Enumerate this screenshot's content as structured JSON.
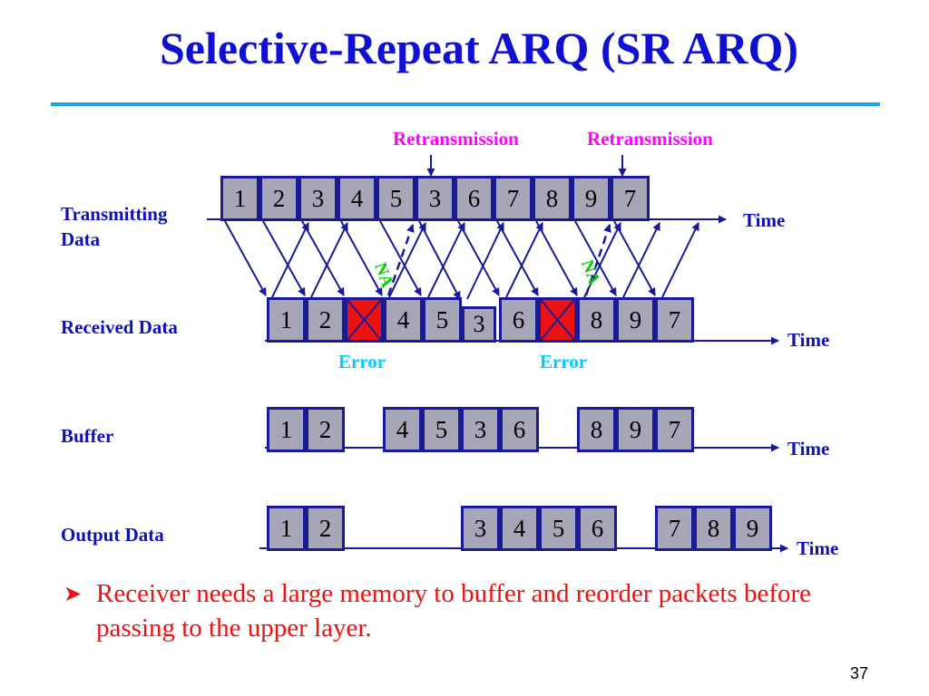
{
  "title": "Selective-Repeat ARQ (SR ARQ)",
  "labels": {
    "transmitting_line1": "Transmitting",
    "transmitting_line2": "Data",
    "received": "Received Data",
    "buffer": "Buffer",
    "output": "Output Data",
    "time": "Time",
    "retransmission": "Retransmission",
    "error": "Error",
    "nak": "NA"
  },
  "rows": {
    "transmit": [
      "1",
      "2",
      "3",
      "4",
      "5",
      "3",
      "6",
      "7",
      "8",
      "9",
      "7"
    ],
    "received": [
      "1",
      "2",
      "",
      "4",
      "5",
      "3",
      "6",
      "",
      "8",
      "9",
      "7"
    ],
    "buffer": [
      "1",
      "2",
      "4",
      "5",
      "3",
      "6",
      "8",
      "9",
      "7"
    ],
    "output": [
      "1",
      "2",
      "3",
      "4",
      "5",
      "6",
      "7",
      "8",
      "9"
    ]
  },
  "bullet": "Receiver needs a large memory to buffer and reorder packets before passing to the upper layer.",
  "page_number": "37",
  "colors": {
    "title": "#1010d0",
    "labels": "#1010b8",
    "retransmission": "#ff00ff",
    "error": "#00ccff",
    "nak": "#00cc00",
    "error_box": "#ee1111",
    "packet_box": "#a6a6b6",
    "packet_border": "#1a1a96",
    "bullet": "#ee1111",
    "rule": "#1aa7e8"
  }
}
